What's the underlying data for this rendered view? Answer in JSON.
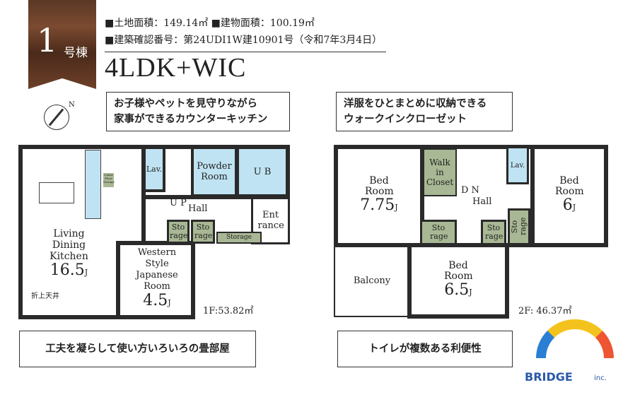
{
  "badge": {
    "number": "1",
    "suffix": "号棟"
  },
  "info": {
    "land_area": "■土地面積：149.14㎡",
    "building_area": "■建物面積：100.19㎡",
    "confirmation": "■建築確認番号：第24UDI1W建10901号（令和7年3月4日）"
  },
  "layout_type": "4LDK+WIC",
  "compass": {
    "label": "N"
  },
  "callouts": {
    "top_left": [
      "お子様やペットを見守りながら",
      "家事ができるカウンターキッチン"
    ],
    "top_right": [
      "洋服をひとまとめに収納できる",
      "ウォークインクローゼット"
    ],
    "bottom_left": "工夫を凝らして使い方いろいろの畳部屋",
    "bottom_right": "トイレが複数ある利便性"
  },
  "floor1": {
    "ldk": {
      "name": "Living Dining Kitchen",
      "size": "16.5",
      "unit": "J",
      "note": "折上天井"
    },
    "underfloor": "Under Floor Storage",
    "lav": "Lav.",
    "powder": "Powder Room",
    "ub": "U B",
    "up": "U P",
    "hall": "Hall",
    "entrance": "Ent rance",
    "storage1": "Sto rage",
    "storage2": "Sto rage",
    "storage3": "Storage",
    "japanese": {
      "name": "Western Style Japanese Room",
      "size": "4.5",
      "unit": "J"
    },
    "area": "1F:53.82㎡"
  },
  "floor2": {
    "bed1": {
      "name": "Bed Room",
      "size": "7.75",
      "unit": "J"
    },
    "wic": "Walk in Closet",
    "dn": "D N",
    "hall": "Hall",
    "lav": "Lav.",
    "bed2": {
      "name": "Bed Room",
      "size": "6",
      "unit": "J"
    },
    "storage1": "Sto rage",
    "storage2": "Sto rage",
    "storage3": "Sto rage",
    "balcony": "Balcony",
    "bed3": {
      "name": "Bed Room",
      "size": "6.5",
      "unit": "J"
    },
    "area": "2F: 46.37㎡"
  },
  "logo": {
    "text": "BRIDGE",
    "suffix": "inc."
  }
}
